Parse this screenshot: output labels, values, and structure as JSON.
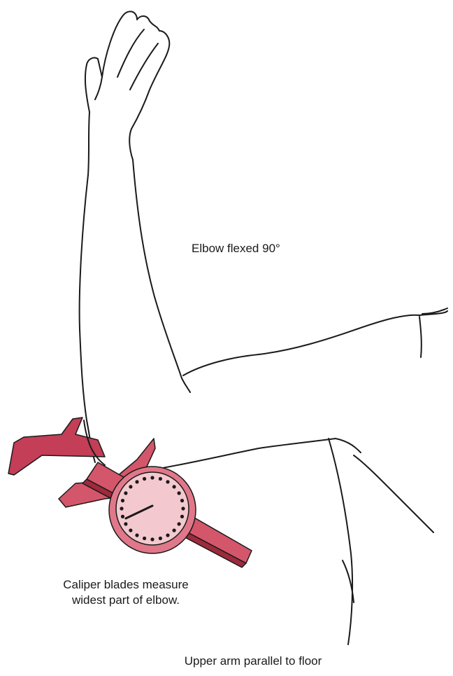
{
  "labels": {
    "elbow_flexed": "Elbow flexed 90°",
    "caliper_line1": "Caliper blades measure",
    "caliper_line2": "widest part of elbow.",
    "upper_arm": "Upper arm parallel to floor"
  },
  "colors": {
    "caliper_fill": "#d4566a",
    "caliper_shadow": "#9e2a3c",
    "dial_fill": "#f3c9cf",
    "outline": "#1a1a1a"
  }
}
